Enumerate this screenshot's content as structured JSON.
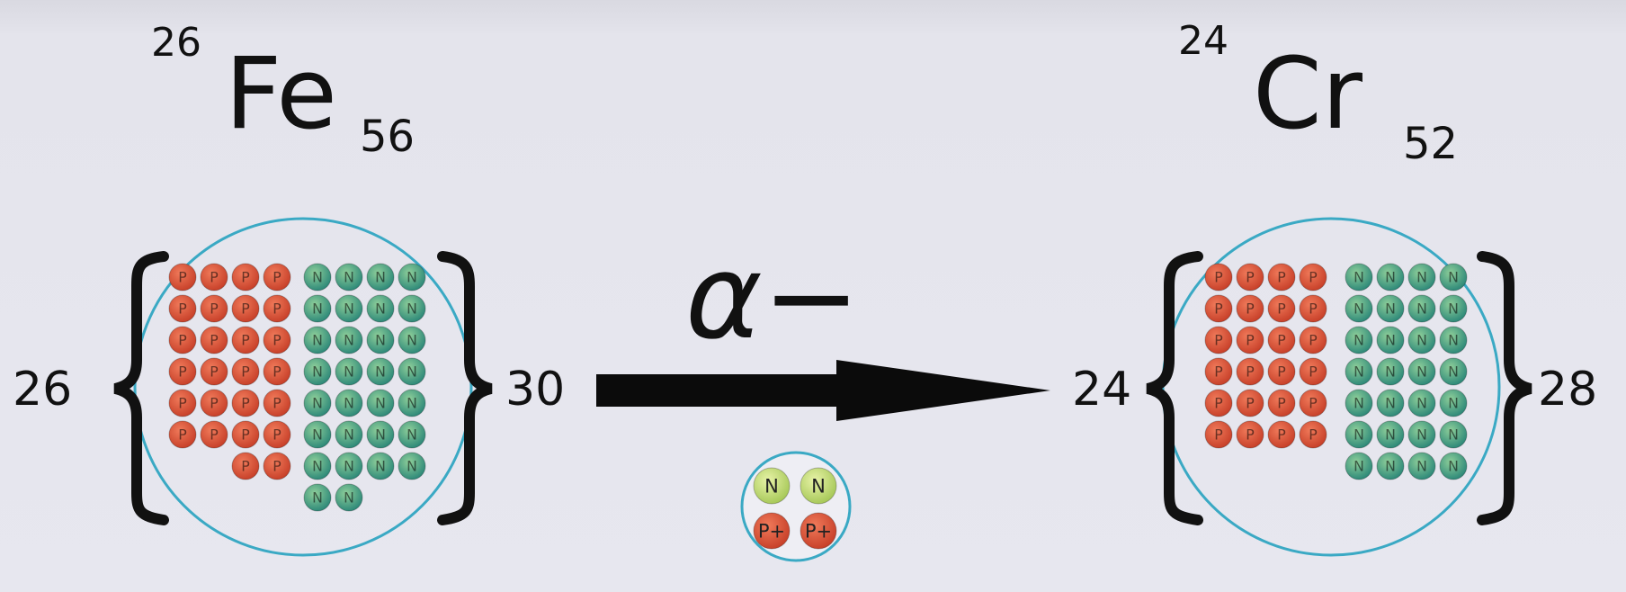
{
  "left_element": {
    "atomic_number": "26",
    "symbol": "Fe",
    "mass_number": "56",
    "proton_count_label": "26",
    "neutron_count_label": "30",
    "protons": 26,
    "neutrons": 30
  },
  "right_element": {
    "atomic_number": "24",
    "symbol": "Cr",
    "mass_number": "52",
    "proton_count_label": "24",
    "neutron_count_label": "28",
    "protons": 24,
    "neutrons": 28
  },
  "decay": {
    "label": "α−",
    "alpha_particle": {
      "neutron_label": "N",
      "proton_label": "P+"
    }
  },
  "colors": {
    "proton": "#e0563a",
    "neutron": "#4fa58c",
    "nucleus_outline": "#3aa9c4",
    "alpha_neutron": "#c9e07a",
    "text": "#111111"
  }
}
